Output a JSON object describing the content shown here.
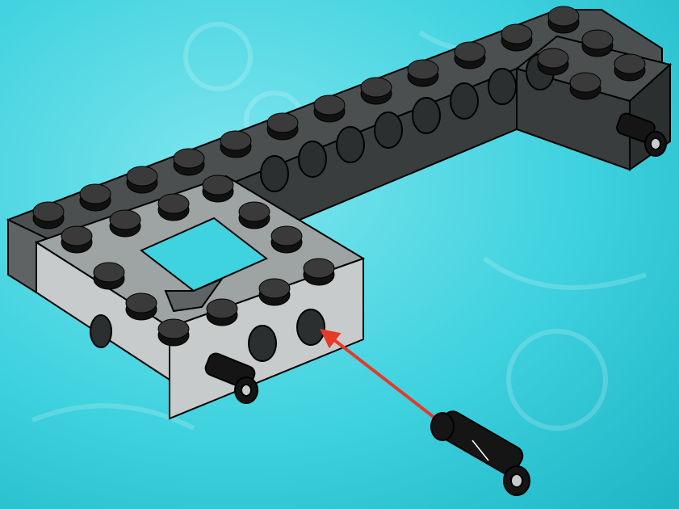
{
  "scene": {
    "description_hidden": "",
    "colors": {
      "background_light": "#7fe6ee",
      "background_mid": "#3fd2df",
      "background_dark": "#1fb6c6",
      "brick_top": "#4b4f50",
      "brick_front": "#3a3d3e",
      "brick_side": "#2c2f30",
      "frame_top": "#9ea3a4",
      "frame_front": "#c8cbcb",
      "frame_side": "#5f6364",
      "stud": "#111111",
      "stud_highlight": "#3a3a3a",
      "pin": "#151515",
      "arrow": "#e53a2a",
      "outline": "#000000"
    },
    "icons": [
      "lego-technic-beam",
      "lego-technic-frame",
      "lego-technic-pin",
      "insertion-arrow"
    ]
  }
}
